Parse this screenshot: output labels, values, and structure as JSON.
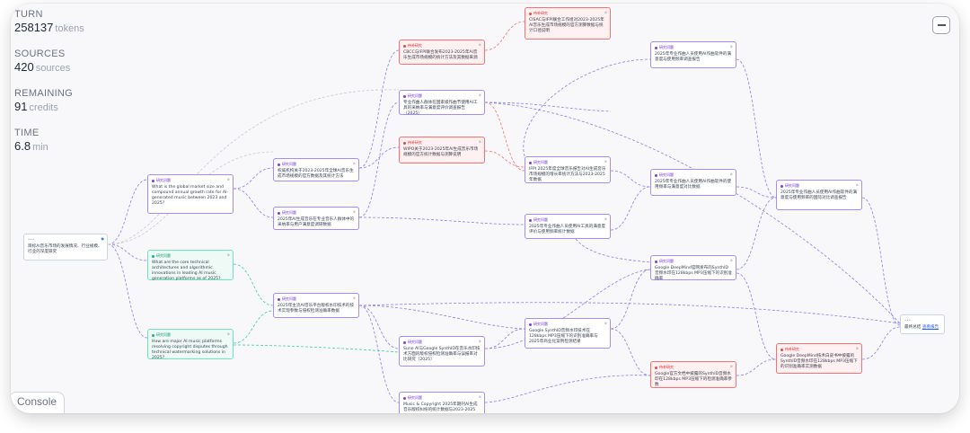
{
  "stats": [
    {
      "label": "TURN",
      "value": "258137",
      "unit": "tokens"
    },
    {
      "label": "SOURCES",
      "value": "420",
      "unit": "sources"
    },
    {
      "label": "REMAINING",
      "value": "91",
      "unit": "credits"
    },
    {
      "label": "TIME",
      "value": "6.8",
      "unit": "min"
    }
  ],
  "console": "Console",
  "nodes": {
    "root": {
      "text": "目标AI音乐市场的发展情况、行业规模、行业的深度研究"
    },
    "q1": {
      "tag": "研究问题",
      "text": "What is the global market size and compound annual growth rate for AI-generated music between 2023 and 2025?"
    },
    "q2": {
      "tag": "研究问题",
      "text": "What are the core technical architectures and algorithmic innovations in leading AI music generation platforms as of 2025?"
    },
    "q3": {
      "tag": "研究问题",
      "text": "How are major AI music platforms resolving copyright disputes through technical watermarking solutions in 2025?"
    },
    "a1": {
      "tag": "研究问题",
      "text": "权威机构关于2023-2025年全球AI音乐生成市场规模的官方数据及其统计方法"
    },
    "a2": {
      "tag": "研究问题",
      "text": "2025年AI生成音乐在专业音乐人群体中的采纳率与用户满意度调研数据"
    },
    "a3": {
      "tag": "研究问题",
      "text": "2025年主流AI音乐平台版权水印技术的技术实现参数与侵权检测准确率数据"
    },
    "b1": {
      "tag": "待补研究",
      "text": "CBCC与IFPI联合发布2023-2025年AI音乐生成市场规模的统计方法及其数据来源"
    },
    "b2": {
      "tag": "研究问题",
      "text": "专业作曲人群体在国家级作曲节使用AI工具的采纳率与满意度评价调查报告（2025）"
    },
    "b3": {
      "tag": "待补研究",
      "text": "WIPO关于2023-2025年AI生成音乐市场规模的官方统计数据与测算说明"
    },
    "b4": {
      "tag": "研究问题",
      "text": "Suno AI与Google SynthID在音乐水印技术方面的版权侵权检测准确率与误报率对比研究（2025）"
    },
    "b5": {
      "tag": "研究问题",
      "text": "Music & Copyright 2025年期刊AI生成音乐版权纠纷的统计数据与2023-2025"
    },
    "c0": {
      "tag": "待补研究",
      "text": "CISAC与IFPI联合工作组对2023-2025年AI音乐生成市场规模的官方测算数据与统计口径说明"
    },
    "c1": {
      "tag": "研究问题",
      "text": "IFPI 2025年度全球音乐报告对AI生成音乐市场规模的增长率统计方法与2023-2025年数据"
    },
    "c2": {
      "tag": "研究问题",
      "text": "2025年专业作曲人员使用AI工具的满意度评价与使用频率统计数据"
    },
    "c3": {
      "tag": "研究问题",
      "text": "Google SynthID音频水印技术在128kbps MP3压缩下的识别准确率与2025年商业化案例检测结果"
    },
    "d1": {
      "tag": "研究问题",
      "text": "2025年专业作曲人员使用AI作曲软件的满意度与使用频率调查报告"
    },
    "d2": {
      "tag": "研究问题",
      "text": "2025年专业作曲人员使用AI作曲软件的使用频率与满意度对比数据"
    },
    "d3": {
      "tag": "研究问题",
      "text": "Google DeepMind官网发布的SynthID音频水印在128kbps MP3压缩下的识别准确率"
    },
    "d4": {
      "tag": "待补研究",
      "text": "Google官方文档中披露的SynthID音频水印在128kbps MP3压缩下的检测准确率参数"
    },
    "e1": {
      "tag": "研究问题",
      "text": "2025年专业作曲人员使用AI作曲软件的满意度与使用频率的国际对比调查报告"
    },
    "e2": {
      "tag": "待补研究",
      "text": "Google DeepMind技术白皮书中披露的SynthID音频水印在128kbps MP3压缩下的识别准确率实测数据"
    },
    "final": {
      "text": "最终总结",
      "link": "查看报告"
    }
  }
}
